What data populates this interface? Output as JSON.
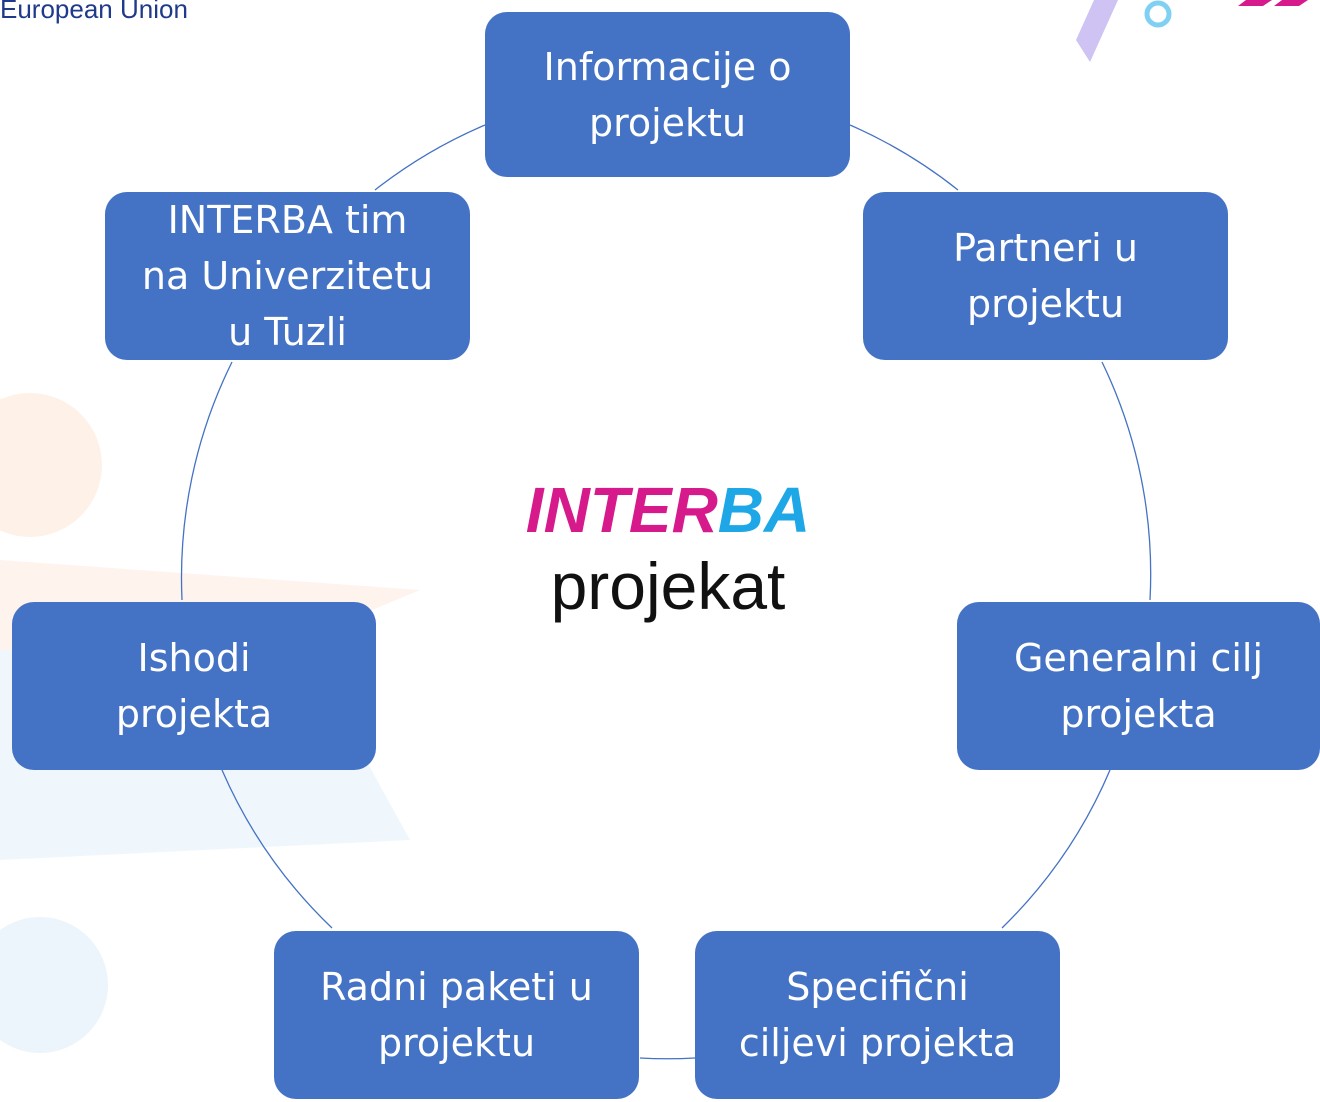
{
  "header": {
    "eu_text": "European Union"
  },
  "center": {
    "brand_part1": "INTER",
    "brand_part2": "BA",
    "subtitle": "projekat"
  },
  "nodes": [
    {
      "id": "info",
      "lines": [
        "Informacije o",
        "projektu"
      ]
    },
    {
      "id": "partners",
      "lines": [
        "Partneri u",
        "projektu"
      ]
    },
    {
      "id": "general-goal",
      "lines": [
        "Generalni cilj",
        "projekta"
      ]
    },
    {
      "id": "specific-goals",
      "lines": [
        "Specifični",
        "ciljevi projekta"
      ]
    },
    {
      "id": "work-packages",
      "lines": [
        "Radni paketi u",
        "projektu"
      ]
    },
    {
      "id": "outcomes",
      "lines": [
        "Ishodi",
        "projekta"
      ]
    },
    {
      "id": "team",
      "lines": [
        "INTERBA tim",
        "na Univerzitetu",
        "u Tuzli"
      ]
    }
  ],
  "colors": {
    "node_fill": "#4472c4",
    "node_text": "#ffffff",
    "connector": "#4472c4",
    "brand_magenta": "#d61a8c",
    "brand_cyan": "#1ea7e6",
    "eu_blue": "#1f3a8a"
  }
}
